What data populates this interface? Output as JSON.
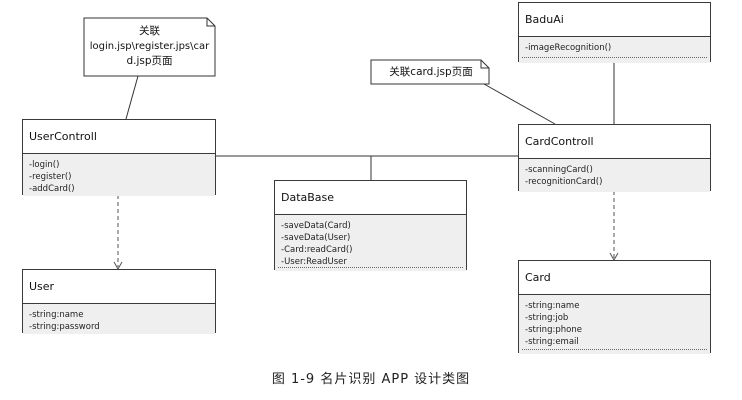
{
  "notes": {
    "note1": [
      "关联",
      "login.jsp\\register.jps\\car",
      "d.jsp页面"
    ],
    "note2": "关联card.jsp页面"
  },
  "classes": {
    "usercontroll": {
      "name": "UserControll",
      "members": [
        "-login()",
        "-register()",
        "-addCard()"
      ]
    },
    "user": {
      "name": "User",
      "members": [
        "-string:name",
        "-string:password"
      ]
    },
    "database": {
      "name": "DataBase",
      "members": [
        "-saveData(Card)",
        "-saveData(User)",
        "-Card:readCard()",
        "-User:ReadUser"
      ]
    },
    "baduai": {
      "name": "BaduAi",
      "members": [
        "-imageRecognition()"
      ]
    },
    "cardcontroll": {
      "name": "CardControll",
      "members": [
        "-scanningCard()",
        "-recognitionCard()"
      ]
    },
    "card": {
      "name": "Card",
      "members": [
        "-string:name",
        "-string:job",
        "-string:phone",
        "-string:email"
      ]
    }
  },
  "caption": "图 1-9 名片识别 APP 设计类图"
}
